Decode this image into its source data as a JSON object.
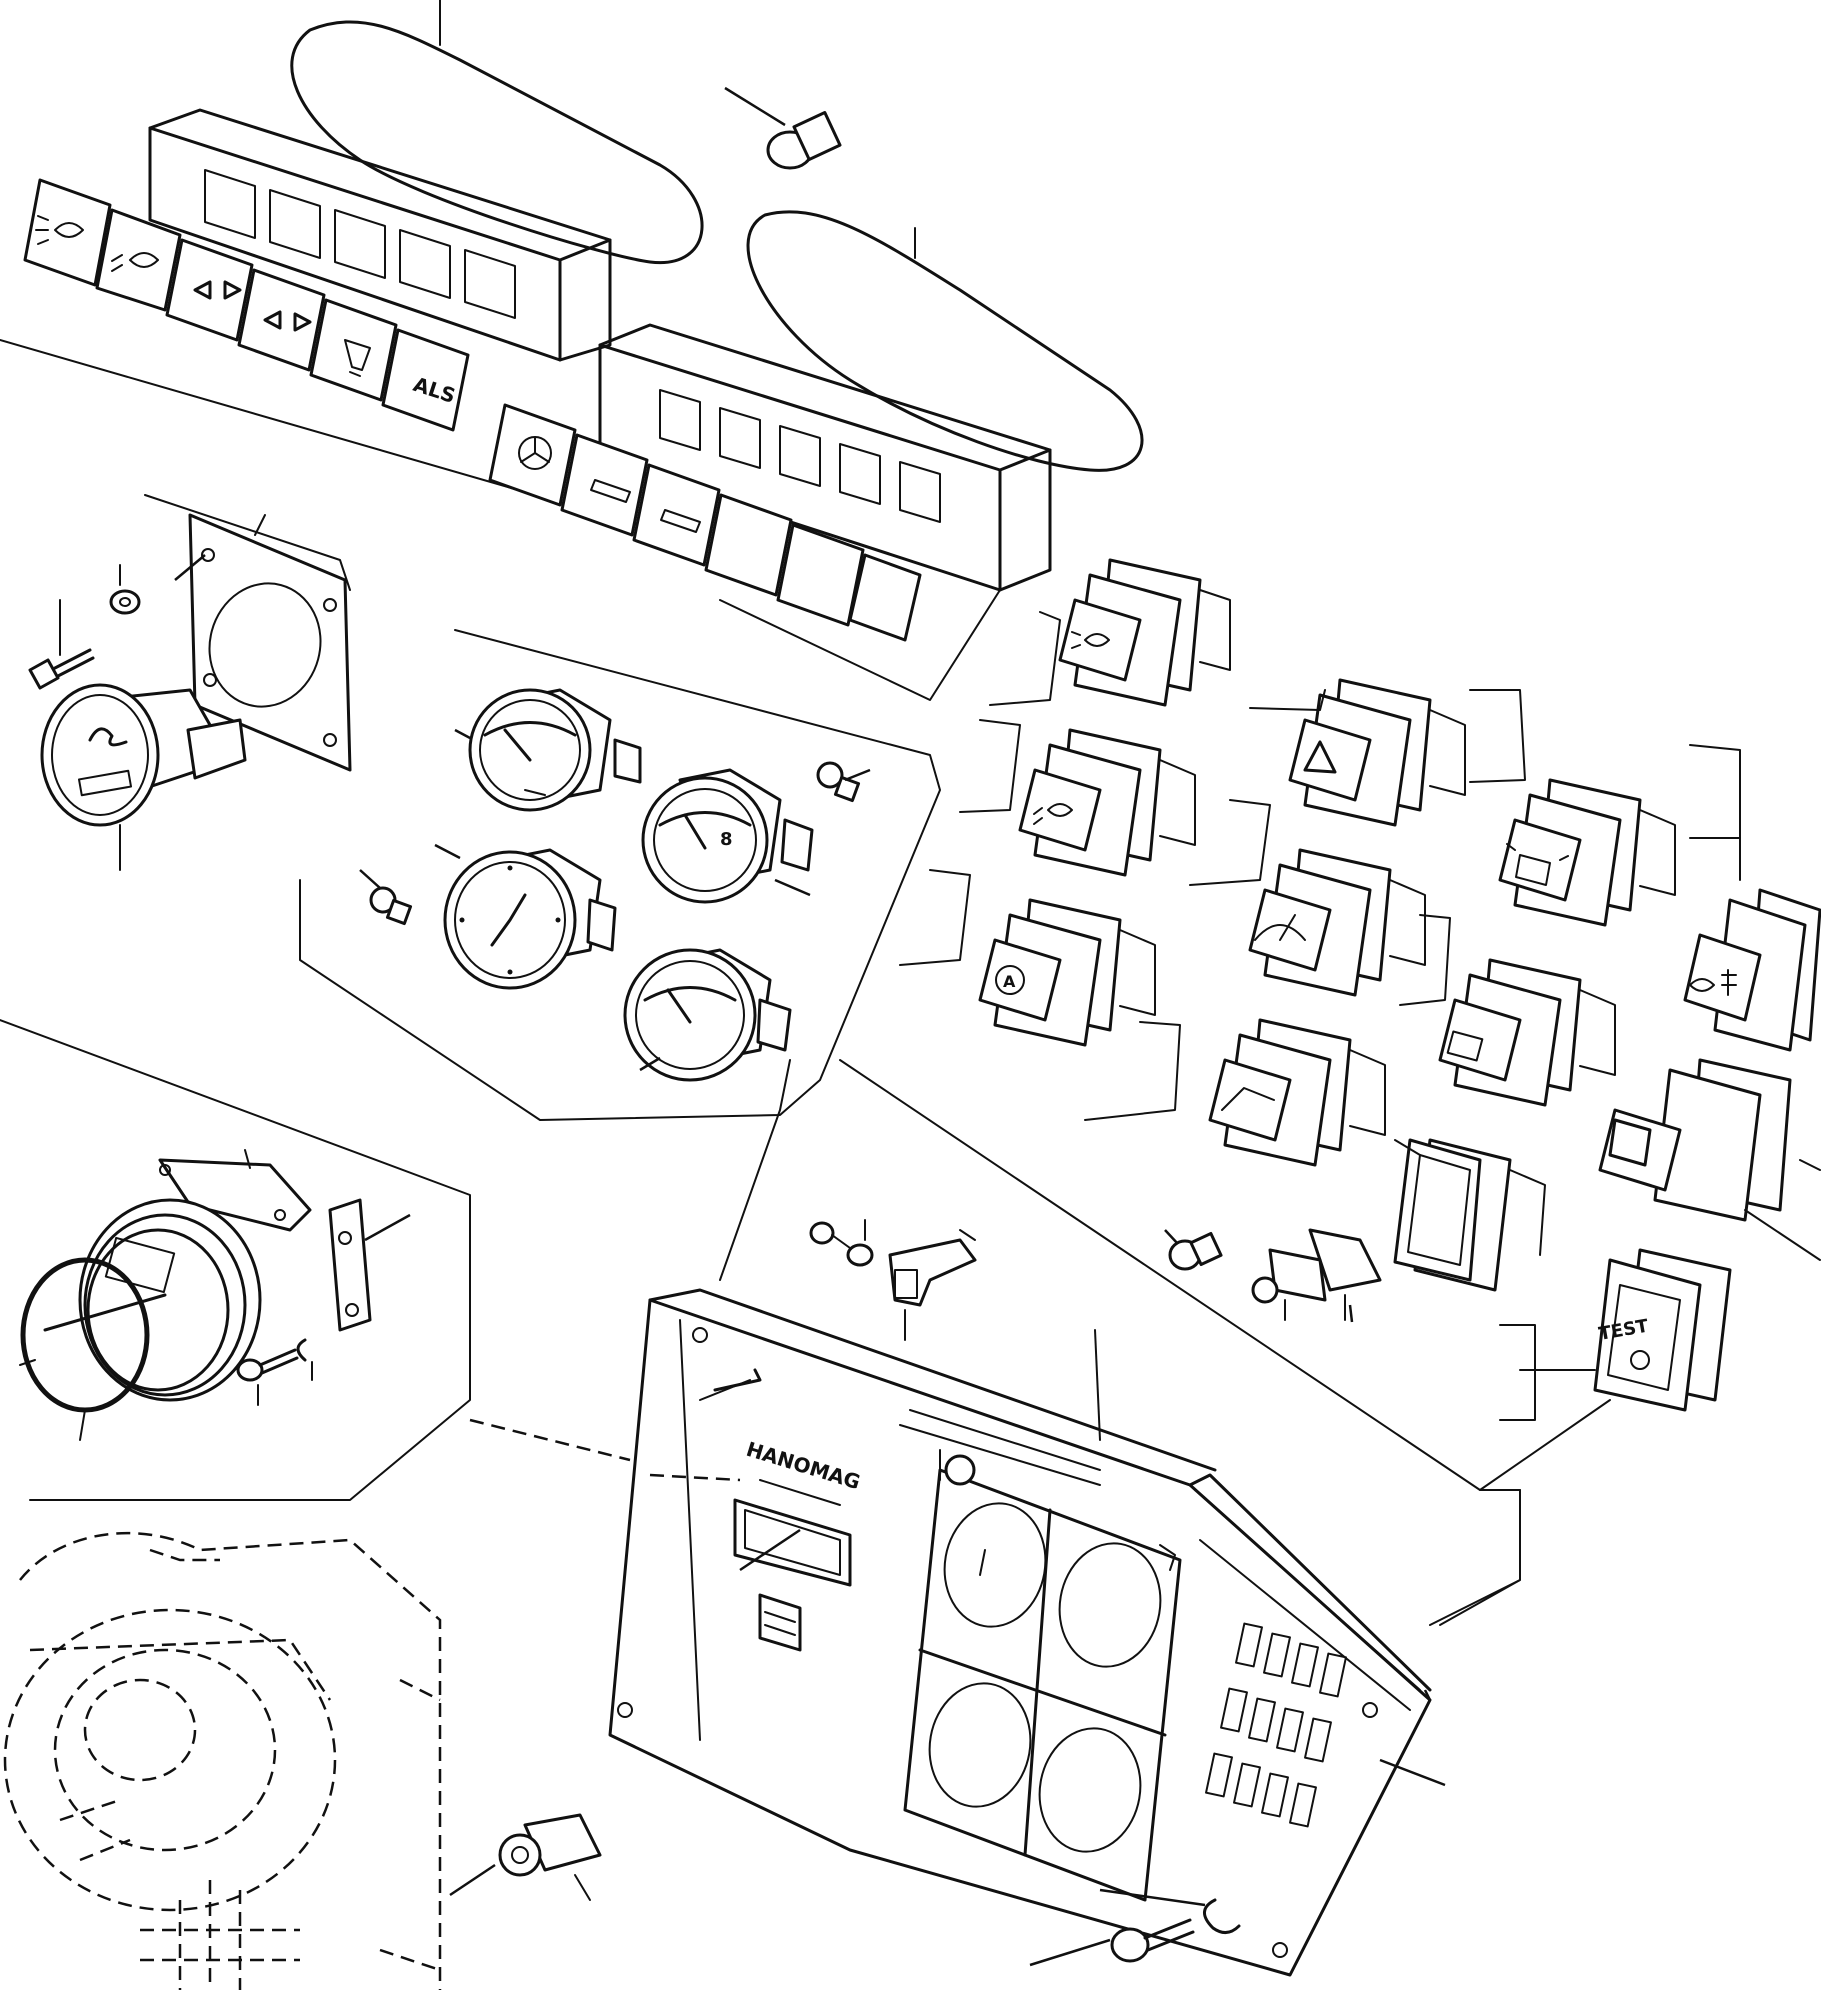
{
  "diagram": {
    "brand_label": "HANOMAG",
    "switch_labels": {
      "als": "ALS",
      "test": "TEST"
    },
    "icons": [
      "headlight-icon",
      "work-light-icon",
      "turn-signal-icon",
      "hazard-triangle-icon",
      "beacon-icon",
      "wiper-icon",
      "fog-light-icon",
      "warning-lamp-icon"
    ]
  }
}
